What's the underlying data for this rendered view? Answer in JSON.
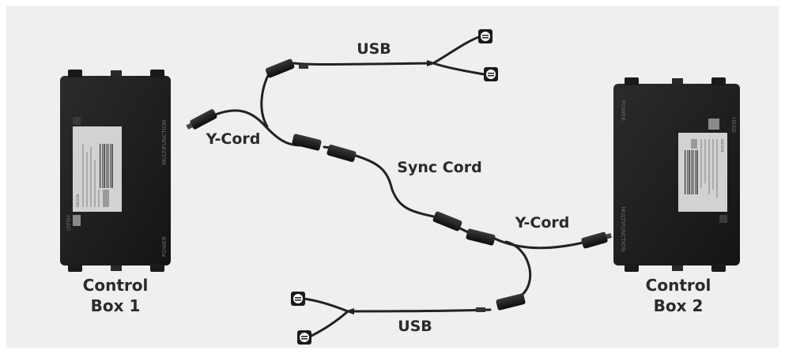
{
  "labels": {
    "usb_top": "USB",
    "usb_bottom": "USB",
    "ycord_left": "Y-Cord",
    "ycord_right": "Y-Cord",
    "sync_cord": "Sync Cord",
    "box1_line1": "Control",
    "box1_line2": "Box 1",
    "box2_line1": "Control",
    "box2_line2": "Box 2"
  },
  "box_ports": {
    "multifunction": "MULTIFUNCTION",
    "head": "HEAD",
    "power": "POWER"
  },
  "brand": "KEESON",
  "colors": {
    "panel": "#efefef",
    "box": "#1e1e1e",
    "cable": "#222222",
    "sticker": "#d4d4d4",
    "text": "#2a2a2a"
  },
  "icons": {
    "usb_plug": "usb-plug-icon",
    "connector": "cable-connector-icon"
  }
}
